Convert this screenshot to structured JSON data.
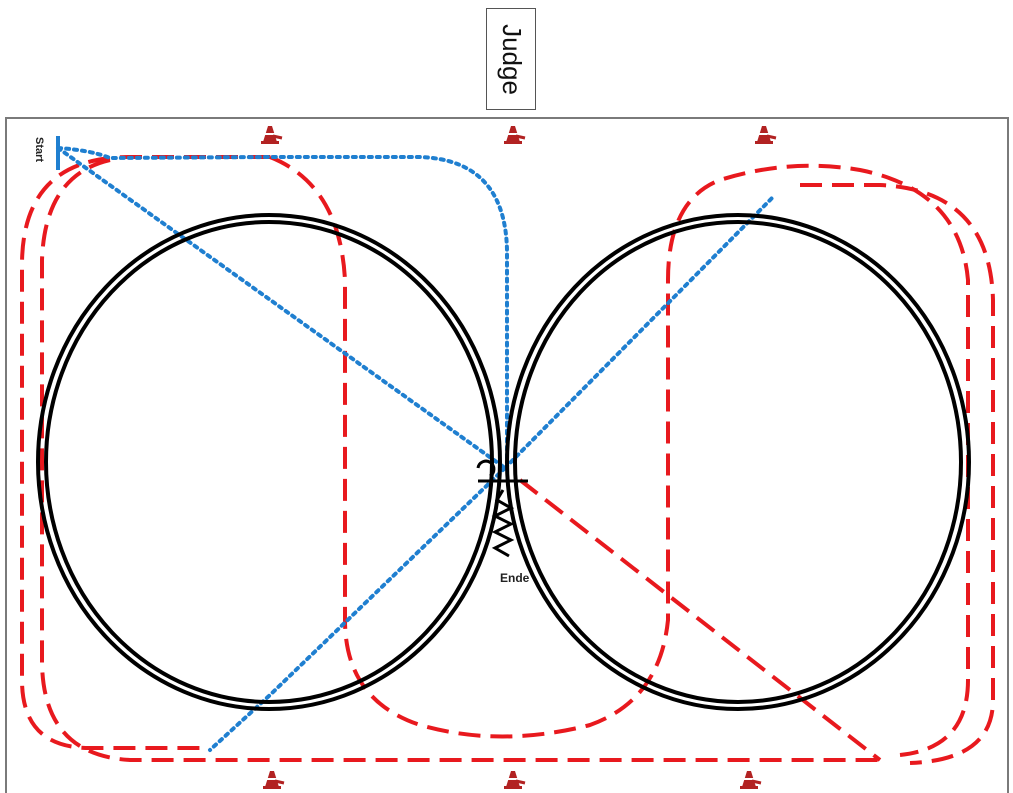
{
  "judge_label": "Judge",
  "start_label": "Start",
  "end_label": "Ende",
  "colors": {
    "arena_border": "#7a7a7a",
    "circle": "#000000",
    "red_route": "#e8191e",
    "blue_route": "#1f7fd0",
    "cone": "#b22222"
  },
  "icons": [
    "traffic-cone-icon"
  ]
}
